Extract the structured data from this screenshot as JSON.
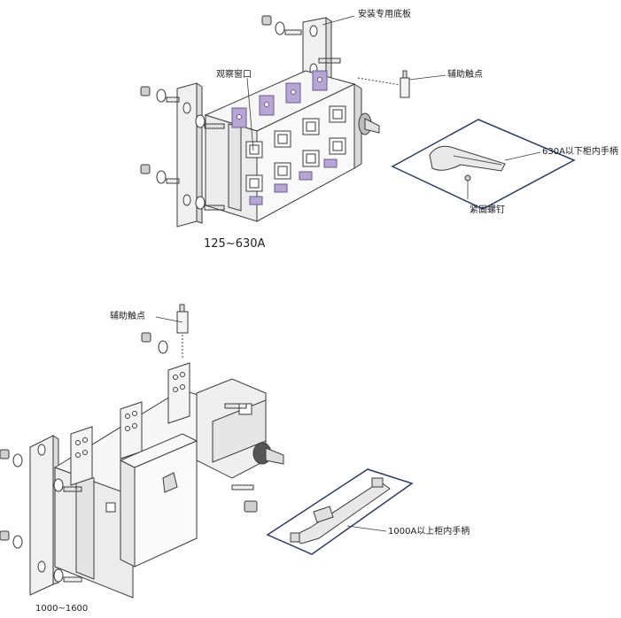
{
  "upper": {
    "model": "125~630A",
    "labels": {
      "mounting_plate": "安装专用底板",
      "window": "观察窗口",
      "aux_contact": "辅助触点",
      "handle": "630A以下柜内手柄",
      "screw": "紧固螺钉"
    }
  },
  "lower": {
    "model": "1000~1600",
    "labels": {
      "aux_contact": "辅助触点",
      "handle": "1000A以上柜内手柄"
    }
  },
  "colors": {
    "line": "#3a3a3a",
    "accent": "#b7a5d6",
    "accent_dark": "#6b5a8e",
    "frame": "#f2f2f2",
    "inset_border": "#2b3a6b"
  }
}
